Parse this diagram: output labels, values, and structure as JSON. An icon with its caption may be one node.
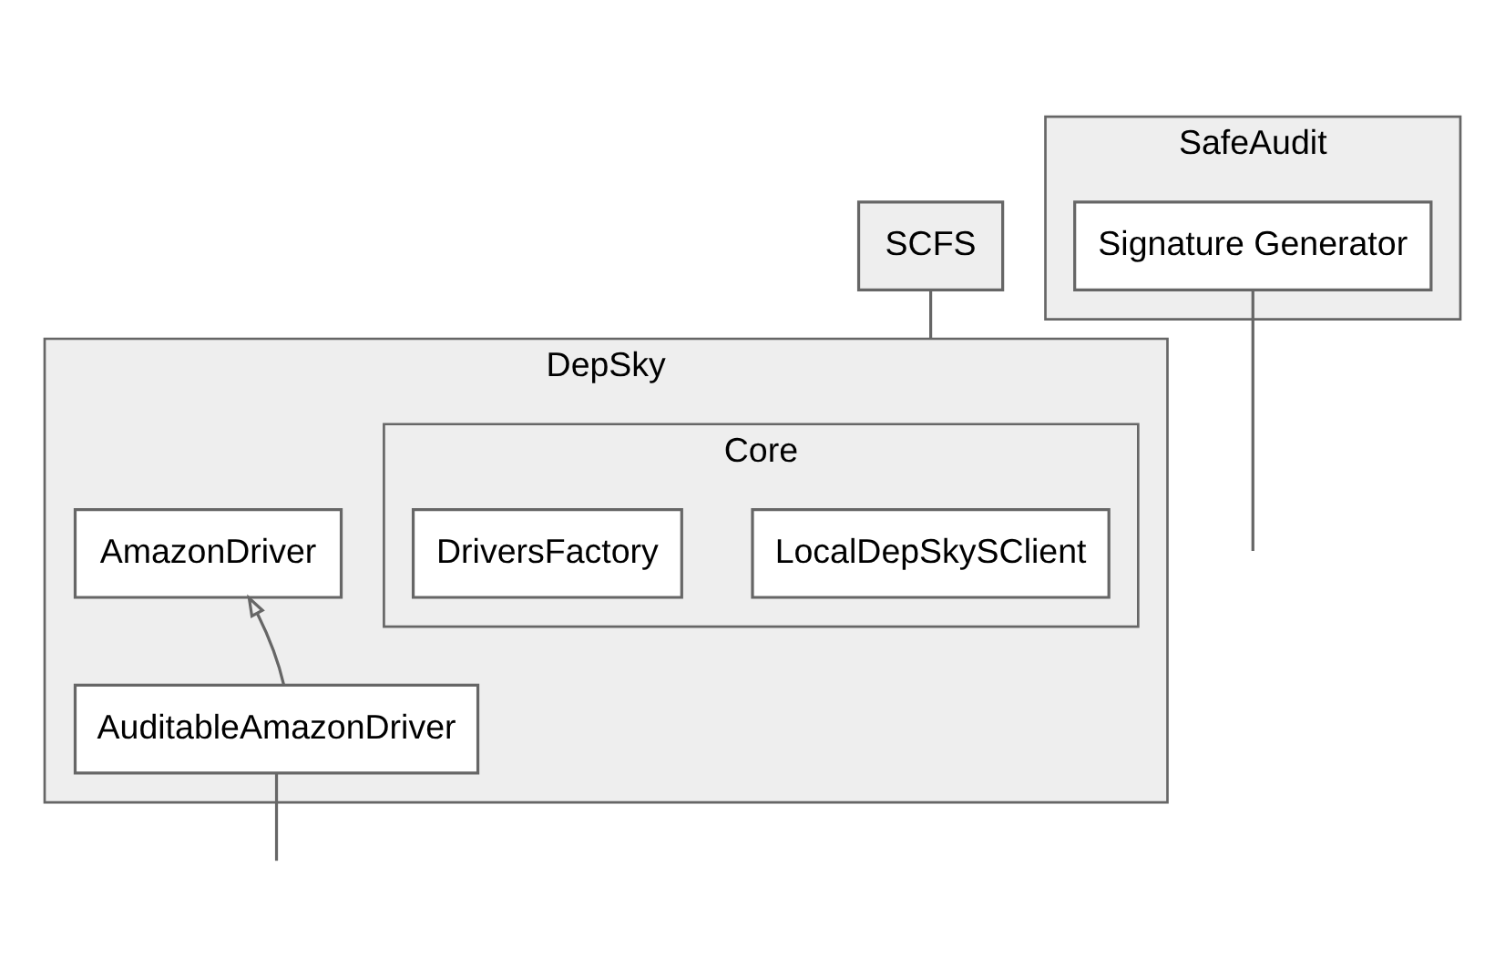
{
  "diagram": {
    "nodes": [
      {
        "text": [
          "SCFS"
        ]
      },
      {
        "text": [
          "SafeAudit"
        ]
      },
      {
        "text": [
          "Signature Generator"
        ],
        "in": 1
      },
      {
        "text": [
          "DepSky"
        ]
      },
      {
        "text": [
          "Core"
        ],
        "in": 3
      },
      {
        "text": [
          "LocalDepSkySClient"
        ],
        "in": 4
      },
      {
        "text": [
          "DriversFactory"
        ],
        "in": 4
      },
      {
        "text": [
          "AmazonDriver"
        ],
        "in": 3
      },
      {
        "text": [
          "AuditableAmazonDriver"
        ],
        "in": 3
      }
    ],
    "edges": [
      {
        "from": 0,
        "to": 3,
        "arrow": "none"
      },
      {
        "from": 8,
        "to": 7,
        "arrow": "to"
      },
      {
        "from": 2,
        "to": null,
        "arrow": "none"
      },
      {
        "from": 8,
        "to": null,
        "arrow": "none"
      }
    ]
  }
}
